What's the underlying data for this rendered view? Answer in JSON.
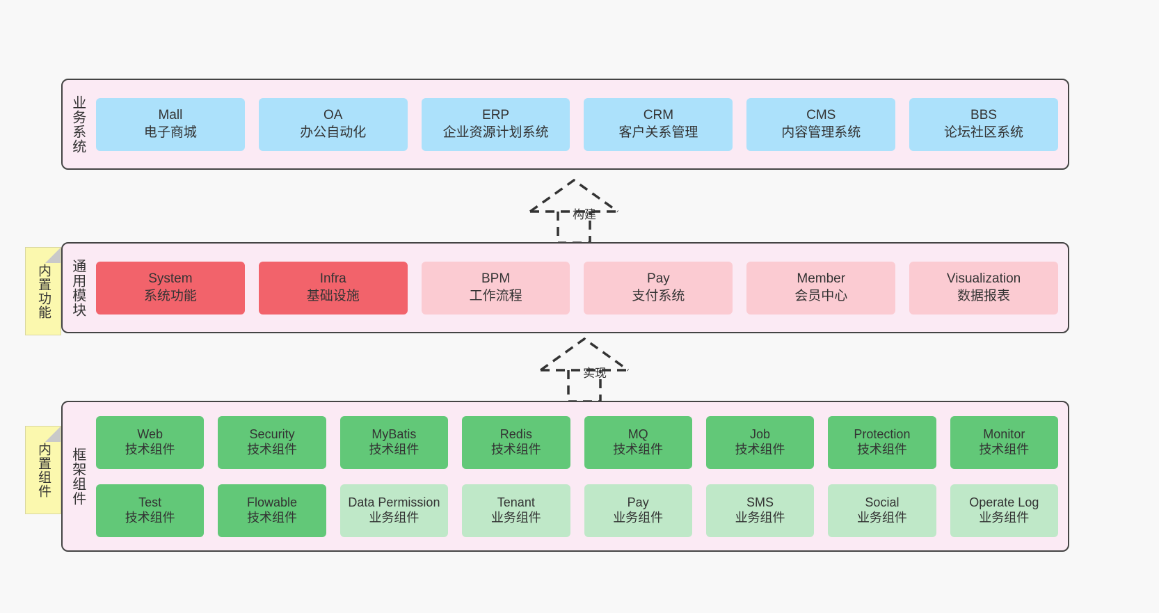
{
  "diagram": {
    "title": "",
    "background": "#f8f8f8",
    "panel_fill": "#fbeaf4",
    "panel_border": "#444444"
  },
  "layers": [
    {
      "id": "business",
      "title": "业务系统",
      "accent": "#ace1fb",
      "rows": [
        {
          "cells": [
            {
              "en": "Mall",
              "cn": "电子商城",
              "color": "#ace1fb"
            },
            {
              "en": "OA",
              "cn": "办公自动化",
              "color": "#ace1fb"
            },
            {
              "en": "ERP",
              "cn": "企业资源计划系统",
              "color": "#ace1fb"
            },
            {
              "en": "CRM",
              "cn": "客户关系管理",
              "color": "#ace1fb"
            },
            {
              "en": "CMS",
              "cn": "内容管理系统",
              "color": "#ace1fb"
            },
            {
              "en": "BBS",
              "cn": "论坛社区系统",
              "color": "#ace1fb"
            }
          ]
        }
      ]
    },
    {
      "id": "modules",
      "title": "通用模块",
      "accent": "#f0646a",
      "note": "内置功能",
      "rows": [
        {
          "cells": [
            {
              "en": "System",
              "cn": "系统功能",
              "color": "#f2636b"
            },
            {
              "en": "Infra",
              "cn": "基础设施",
              "color": "#f2636b"
            },
            {
              "en": "BPM",
              "cn": "工作流程",
              "color": "#fbcbd2"
            },
            {
              "en": "Pay",
              "cn": "支付系统",
              "color": "#fbcbd2"
            },
            {
              "en": "Member",
              "cn": "会员中心",
              "color": "#fbcbd2"
            },
            {
              "en": "Visualization",
              "cn": "数据报表",
              "color": "#fbcbd2"
            }
          ]
        }
      ]
    },
    {
      "id": "framework",
      "title": "框架组件",
      "accent": "#62c878",
      "note": "内置组件",
      "rows": [
        {
          "cells": [
            {
              "en": "Web",
              "cn": "技术组件",
              "color": "#62c878"
            },
            {
              "en": "Security",
              "cn": "技术组件",
              "color": "#62c878"
            },
            {
              "en": "MyBatis",
              "cn": "技术组件",
              "color": "#62c878"
            },
            {
              "en": "Redis",
              "cn": "技术组件",
              "color": "#62c878"
            },
            {
              "en": "MQ",
              "cn": "技术组件",
              "color": "#62c878"
            },
            {
              "en": "Job",
              "cn": "技术组件",
              "color": "#62c878"
            },
            {
              "en": "Protection",
              "cn": "技术组件",
              "color": "#62c878"
            },
            {
              "en": "Monitor",
              "cn": "技术组件",
              "color": "#62c878"
            }
          ]
        },
        {
          "cells": [
            {
              "en": "Test",
              "cn": "技术组件",
              "color": "#62c878"
            },
            {
              "en": "Flowable",
              "cn": "技术组件",
              "color": "#62c878"
            },
            {
              "en": "Data Permission",
              "cn": "业务组件",
              "color": "#bfe8c8"
            },
            {
              "en": "Tenant",
              "cn": "业务组件",
              "color": "#bfe8c8"
            },
            {
              "en": "Pay",
              "cn": "业务组件",
              "color": "#bfe8c8"
            },
            {
              "en": "SMS",
              "cn": "业务组件",
              "color": "#bfe8c8"
            },
            {
              "en": "Social",
              "cn": "业务组件",
              "color": "#bfe8c8"
            },
            {
              "en": "Operate Log",
              "cn": "业务组件",
              "color": "#bfe8c8"
            }
          ]
        }
      ]
    }
  ],
  "connectors": [
    {
      "id": "build",
      "label": "构建",
      "style": "dashed-hollow-triangle",
      "color": "#333333"
    },
    {
      "id": "impl",
      "label": "实现",
      "style": "dashed-hollow-triangle",
      "color": "#333333"
    }
  ]
}
